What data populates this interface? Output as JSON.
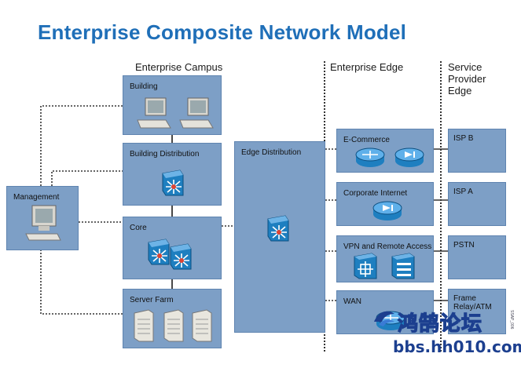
{
  "title": "Enterprise Composite Network Model",
  "columns": {
    "campus": "Enterprise Campus",
    "edge": "Enterprise Edge",
    "provider": [
      "Service",
      "Provider",
      "Edge"
    ]
  },
  "campus_modules": [
    "Building",
    "Building Distribution",
    "Core",
    "Server Farm"
  ],
  "management": "Management",
  "edge_distribution": "Edge Distribution",
  "edge_modules": [
    "E-Commerce",
    "Corporate Internet",
    "VPN and Remote Access",
    "WAN"
  ],
  "provider_modules": [
    "ISP B",
    "ISP A",
    "PSTN",
    "Frame Relay/ATM"
  ],
  "watermark": {
    "chinese": "鸿鹄论坛",
    "url": "bbs.hh010.com",
    "code": "SSAP_006",
    "colors": {
      "cn": "#ffffff",
      "url": "#1c3f8f"
    }
  },
  "colors": {
    "title": "#1f6fb8",
    "module_fill": "#7d9fc6",
    "router": "#1e7fc0"
  },
  "icons": {
    "building": [
      "workstation-icon",
      "workstation-icon"
    ],
    "building_distribution": [
      "multilayer-switch-icon"
    ],
    "core": [
      "multilayer-switch-icon",
      "multilayer-switch-icon"
    ],
    "server_farm": [
      "server-icon",
      "server-icon",
      "server-icon"
    ],
    "management": [
      "workstation-icon"
    ],
    "edge_distribution": [
      "multilayer-switch-icon"
    ],
    "e_commerce": [
      "router-icon",
      "firewall-icon"
    ],
    "corporate_internet": [
      "firewall-icon"
    ],
    "vpn": [
      "vpn-concentrator-icon",
      "access-server-icon"
    ],
    "wan": [
      "router-icon"
    ]
  }
}
